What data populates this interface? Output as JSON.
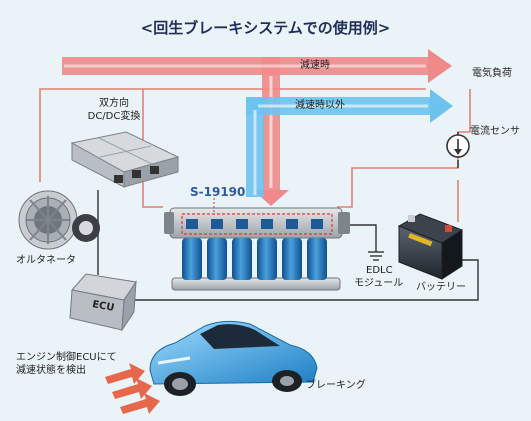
{
  "title": "<回生ブレーキシステムでの使用例>",
  "labels": {
    "decel": "減速時",
    "non_decel": "減速時以外",
    "electrical_load": "電気負荷",
    "converter_line1": "双方向",
    "converter_line2": "DC/DC変換",
    "current_sensor": "電流センサ",
    "part_number": "S-19190",
    "alternator": "オルタネータ",
    "edlc_line1": "EDLC",
    "edlc_line2": "モジュール",
    "battery": "バッテリー",
    "ecu_text": "ECU",
    "ecu_caption_line1": "エンジン制御ECUにて",
    "ecu_caption_line2": "減速状態を検出",
    "braking": "ブレーキング"
  },
  "colors": {
    "decel_arrow": "#f08a8a",
    "non_decel_arrow": "#6cc3ee",
    "wire_red": "#e48070",
    "wire_dark": "#333333",
    "title": "#1f2f59",
    "part_number": "#2f5aa8"
  },
  "icons": [
    "alternator-icon",
    "converter-icon",
    "ecu-icon",
    "edlc-module-icon",
    "battery-icon",
    "current-sensor-icon",
    "ground-icon",
    "car-icon",
    "heat-arrows-icon"
  ]
}
